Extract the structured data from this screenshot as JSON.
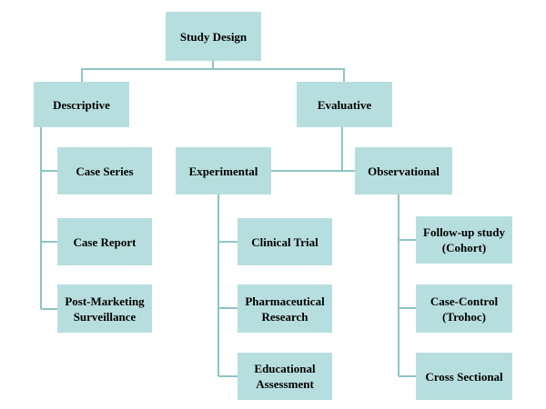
{
  "colors": {
    "node_fill": "#b7dede",
    "connector": "#8fc4c4",
    "text": "#000000"
  },
  "nodes": {
    "root": "Study Design",
    "descriptive": "Descriptive",
    "evaluative": "Evaluative",
    "case_series": "Case Series",
    "case_report": "Case Report",
    "post_marketing": "Post-Marketing\nSurveillance",
    "experimental": "Experimental",
    "observational": "Observational",
    "clinical_trial": "Clinical Trial",
    "pharmaceutical_research": "Pharmaceutical\nResearch",
    "educational_assessment": "Educational\nAssessment",
    "follow_up": "Follow-up study\n(Cohort)",
    "case_control": "Case-Control\n(Trohoc)",
    "cross_sectional": "Cross Sectional"
  }
}
